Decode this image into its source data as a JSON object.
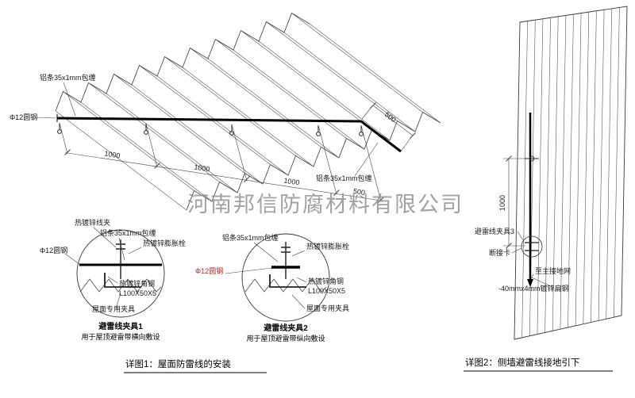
{
  "watermark": {
    "text": "河南邦信防腐材料有限公司"
  },
  "main_drawing": {
    "labels": {
      "strip_top": "铝条35x1mm包缠",
      "rod_left": "Φ12圆钢",
      "strip_right": "铝条35x1mm包缠"
    },
    "dimensions": {
      "seg1": "1000",
      "seg2": "1000",
      "seg3": "1000",
      "seg4": "500",
      "bend": "500"
    }
  },
  "detail1": {
    "labels": {
      "clamp": "热镀锌线夹",
      "strip": "铝条35x1mm包缠",
      "anchor_bolt": "热镀锌膨胀栓",
      "rod": "Φ12圆钢",
      "angle_steel": "热镀锌角钢",
      "angle_spec": "L100X50X5",
      "roof_clamp": "屋面专用夹具"
    },
    "title": "避雷线夹具1",
    "subtitle": "用于屋顶避雷带横向敷设"
  },
  "detail2": {
    "labels": {
      "strip": "铝条35x1mm包缠",
      "anchor_bolt": "热镀锌膨胀栓",
      "rod": "Φ12圆钢",
      "angle_steel": "热镀锌角钢",
      "angle_spec": "L100X50X5",
      "roof_clamp": "屋面专用夹具"
    },
    "title": "避雷线夹具2",
    "subtitle": "用于屋顶避雷带纵向敷设"
  },
  "wall_drawing": {
    "dimension": "1000",
    "labels": {
      "clamp3": "避雷线夹具3",
      "disconnect": "断接卡",
      "to_ground": "至主接地网",
      "flat_steel": "-40mmx4mm镀锌扁钢"
    }
  },
  "captions": {
    "detail1": "详图1：屋面防雷线的安装",
    "detail2": "详图2：侧墙避雷线接地引下"
  },
  "colors": {
    "line": "#3a3a3a",
    "accent_red": "#c42424",
    "watermark_gray": "#8a8a8a"
  }
}
